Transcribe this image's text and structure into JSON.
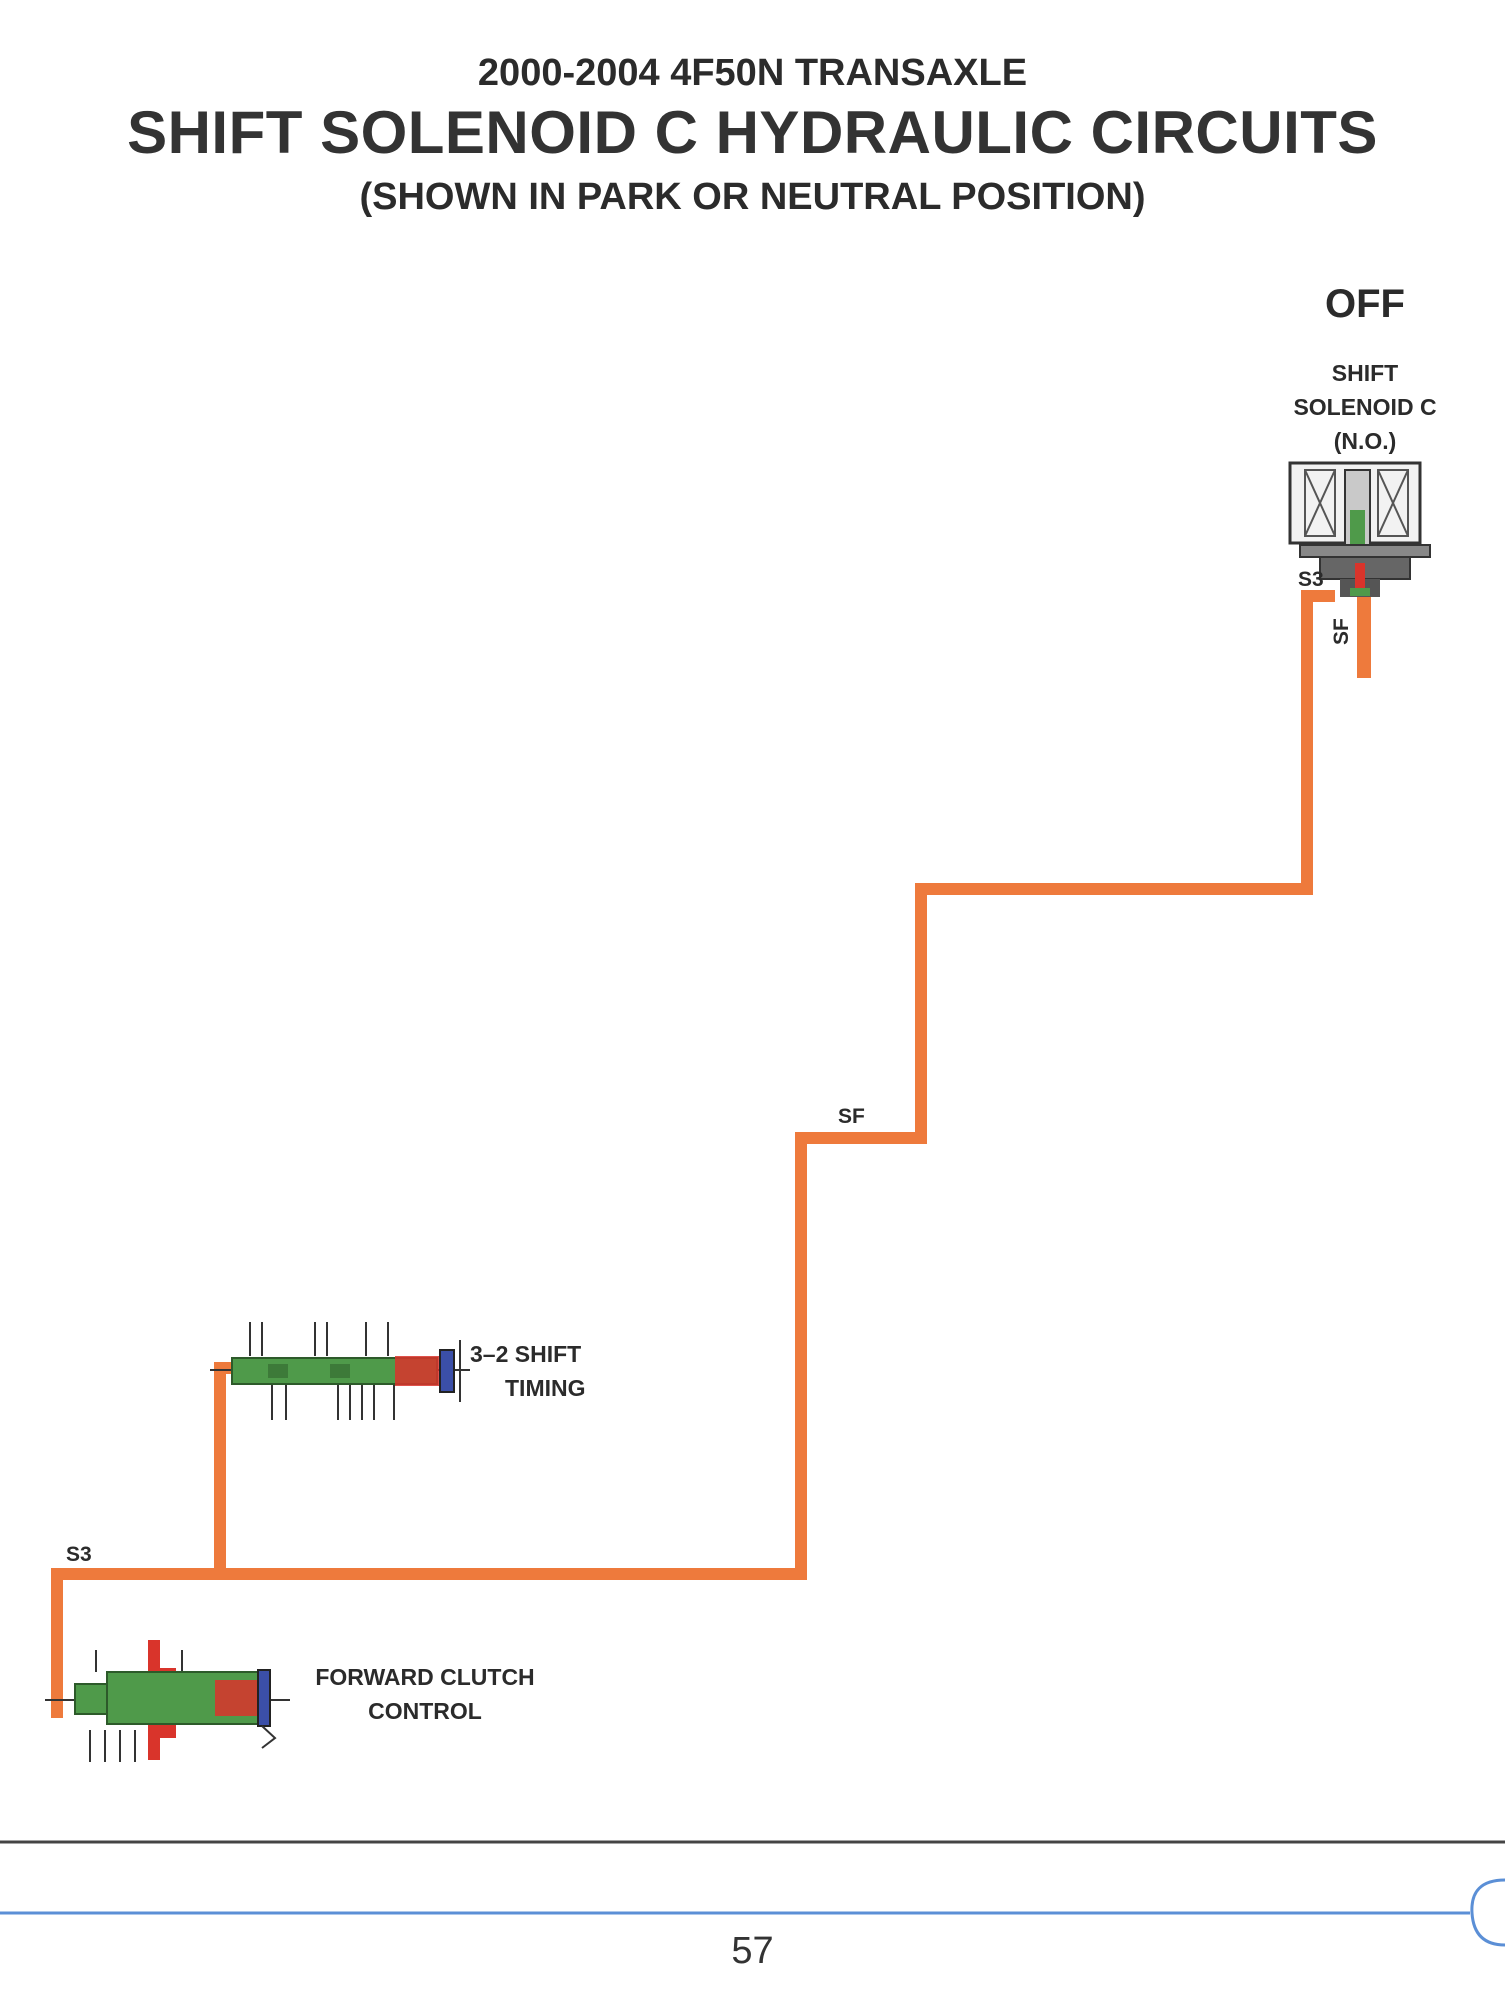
{
  "header": {
    "supertitle": "2000-2004 4F50N TRANSAXLE",
    "title": "SHIFT SOLENOID C HYDRAULIC CIRCUITS",
    "subtitle": "(SHOWN IN PARK OR NEUTRAL POSITION)"
  },
  "solenoid": {
    "state": "OFF",
    "name_line1": "SHIFT",
    "name_line2": "SOLENOID C",
    "name_line3": "(N.O.)"
  },
  "circuit_tags": {
    "s3_solenoid": "S3",
    "sf_solenoid": "SF",
    "sf_mid": "SF",
    "s3_left": "S3"
  },
  "valves": {
    "timing_line1": "3–2 SHIFT",
    "timing_line2": "TIMING",
    "forward_line1": "FORWARD CLUTCH",
    "forward_line2": "CONTROL"
  },
  "footer": {
    "page_number": "57"
  },
  "colors": {
    "circuit_orange": "#ee7a3c",
    "valve_green": "#4f9a4a",
    "valve_red": "#d9342b",
    "rule_blue": "#5b8fd6"
  }
}
